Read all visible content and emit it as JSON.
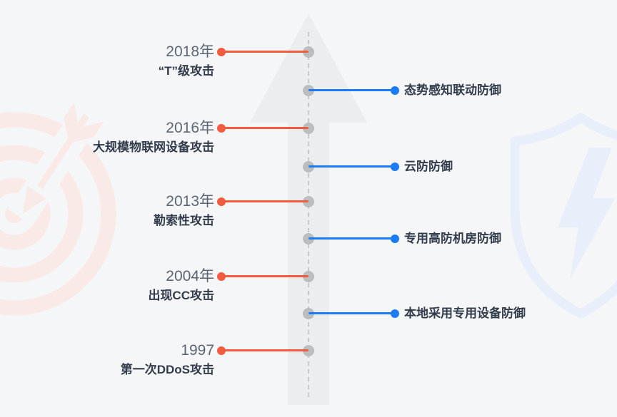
{
  "page": {
    "description": "DDoS attack history vs defense evolution timeline",
    "background": "#f5f6f8"
  },
  "colors": {
    "attack": "#f25b3d",
    "defense": "#1b7cf8",
    "node": "#bcbdbf",
    "dash": "#c8c9cb",
    "arrow_fill": "#ecedef",
    "year_text": "#5b6574",
    "label_text": "#333c4b",
    "deco_red": "#faeae7",
    "deco_blue": "#e8eefa"
  },
  "decorations": {
    "left_icon": "target-dart-icon",
    "right_icon": "shield-lightning-icon",
    "center_icon": "upward-arrow-graphic"
  },
  "timeline": {
    "items": [
      {
        "side": "left",
        "year": "2018年",
        "label": "“T”级攻击"
      },
      {
        "side": "right",
        "label": "态势感知联动防御"
      },
      {
        "side": "left",
        "year": "2016年",
        "label": "大规模物联网设备攻击"
      },
      {
        "side": "right",
        "label": "云防防御"
      },
      {
        "side": "left",
        "year": "2013年",
        "label": "勒索性攻击"
      },
      {
        "side": "right",
        "label": "专用高防机房防御"
      },
      {
        "side": "left",
        "year": "2004年",
        "label": "出现CC攻击"
      },
      {
        "side": "right",
        "label": "本地采用专用设备防御"
      },
      {
        "side": "left",
        "year": "1997",
        "label": "第一次DDoS攻击"
      }
    ]
  }
}
